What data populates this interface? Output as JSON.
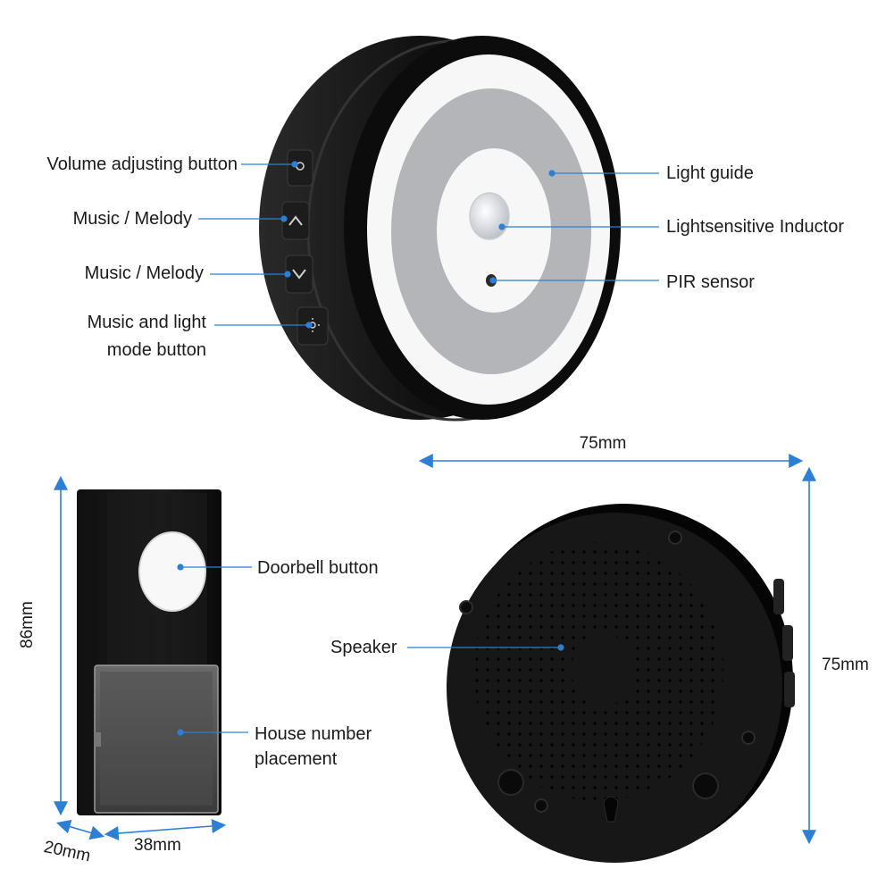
{
  "callouts": {
    "volume_button": "Volume adjusting button",
    "melody_up": "Music / Melody",
    "melody_down": "Music / Melody",
    "mode_button_line1": "Music and light",
    "mode_button_line2": "mode button",
    "light_guide": "Light guide",
    "light_inductor": "Lightsensitive Inductor",
    "pir_sensor": "PIR sensor",
    "doorbell_button": "Doorbell button",
    "house_number_line1": "House number",
    "house_number_line2": "placement",
    "speaker": "Speaker"
  },
  "dimensions": {
    "receiver_width": "75mm",
    "receiver_height": "75mm",
    "transmitter_height": "86mm",
    "transmitter_depth": "20mm",
    "transmitter_width": "38mm"
  },
  "colors": {
    "accent_line": "#2d7fd3",
    "device_black": "#141414",
    "light_guide_gray": "#b4b5b8",
    "light_ring_white": "#f7f7f7"
  },
  "icons": {
    "volume": "bell-volume-icon",
    "up": "chevron-up-icon",
    "down": "chevron-down-icon",
    "mode": "sun-light-icon"
  }
}
